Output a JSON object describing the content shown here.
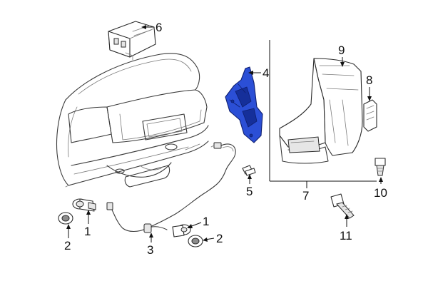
{
  "diagram": {
    "callouts": [
      {
        "id": "c6",
        "text": "6"
      },
      {
        "id": "c4",
        "text": "4"
      },
      {
        "id": "c9",
        "text": "9"
      },
      {
        "id": "c8",
        "text": "8"
      },
      {
        "id": "c5",
        "text": "5"
      },
      {
        "id": "c7",
        "text": "7"
      },
      {
        "id": "c10",
        "text": "10"
      },
      {
        "id": "c1a",
        "text": "1"
      },
      {
        "id": "c2a",
        "text": "2"
      },
      {
        "id": "c3",
        "text": "3"
      },
      {
        "id": "c1b",
        "text": "1"
      },
      {
        "id": "c2b",
        "text": "2"
      },
      {
        "id": "c11",
        "text": "11"
      }
    ],
    "colors": {
      "highlight": "#2b4fd6",
      "line": "#3a3a3a",
      "label": "#111111"
    }
  }
}
